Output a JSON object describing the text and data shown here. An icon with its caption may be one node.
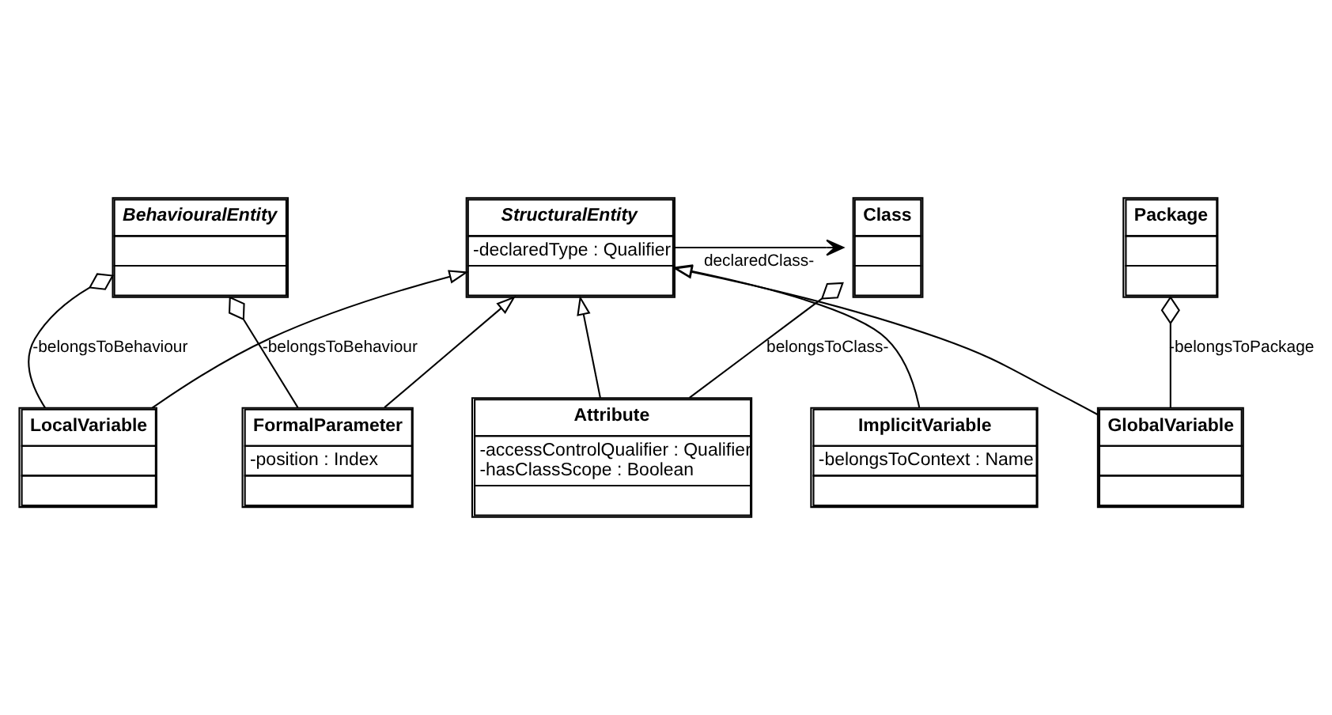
{
  "diagram": {
    "nodes": [
      {
        "text": [
          "BehaviouralEntity"
        ]
      },
      {
        "text": [
          "StructuralEntity",
          "-declaredType : Qualifier"
        ]
      },
      {
        "text": [
          "Class"
        ]
      },
      {
        "text": [
          "Attribute",
          "-accessControlQualifier : Qualifier",
          "-hasClassScope : Boolean"
        ]
      },
      {
        "text": [
          "LocalVariable"
        ]
      },
      {
        "text": [
          "ImplicitVariable",
          "-belongsToContext : Name"
        ]
      },
      {
        "text": [
          "FormalParameter",
          "-position : Index"
        ]
      },
      {
        "text": [
          "Package"
        ]
      },
      {
        "text": [
          "GlobalVariable"
        ]
      }
    ],
    "edges": [
      {
        "from": 1,
        "to": 2,
        "arrow": "to",
        "label": "declaredClass-"
      },
      {
        "from": 3,
        "to": 2,
        "arrow": "other",
        "label": "belongsToClass-"
      },
      {
        "from": 4,
        "to": 0,
        "arrow": "other",
        "label": "-belongsToBehaviour"
      },
      {
        "from": 6,
        "to": 0,
        "arrow": "other",
        "label": "-belongsToBehaviour"
      },
      {
        "from": 3,
        "to": 1,
        "arrow": "to"
      },
      {
        "from": 4,
        "to": 1,
        "arrow": "to"
      },
      {
        "from": 5,
        "to": 1,
        "arrow": "to"
      },
      {
        "from": 6,
        "to": 1,
        "arrow": "to"
      },
      {
        "from": 8,
        "to": 1,
        "arrow": "to"
      },
      {
        "from": 8,
        "to": 7,
        "arrow": "other",
        "label": "-belongsToPackage"
      }
    ]
  }
}
